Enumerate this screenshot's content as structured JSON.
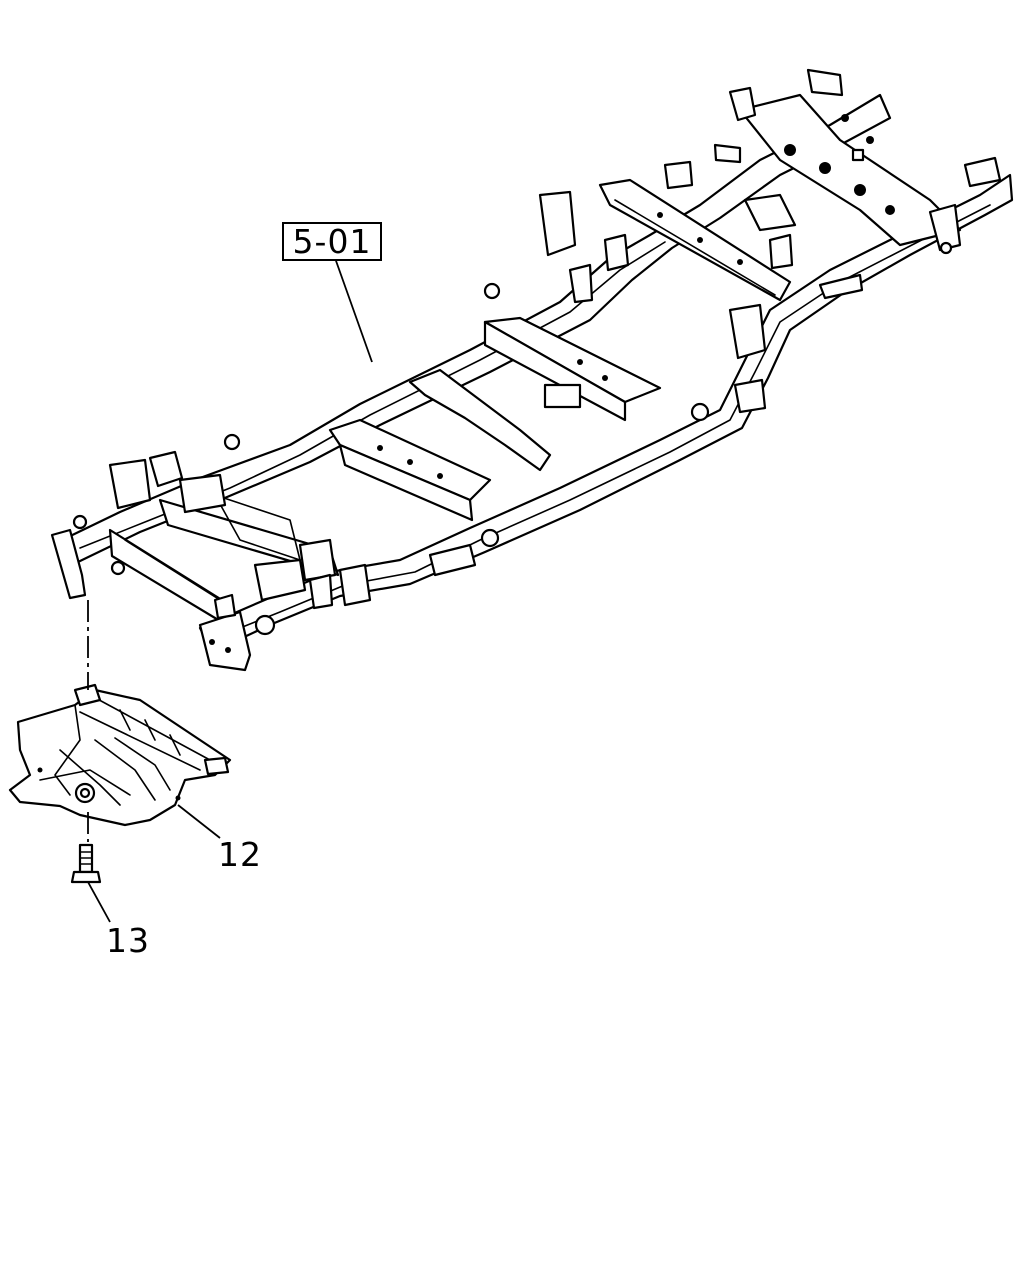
{
  "diagram": {
    "callouts": {
      "frame_ref": "5-01",
      "skid_plate": "12",
      "bolt": "13"
    }
  }
}
